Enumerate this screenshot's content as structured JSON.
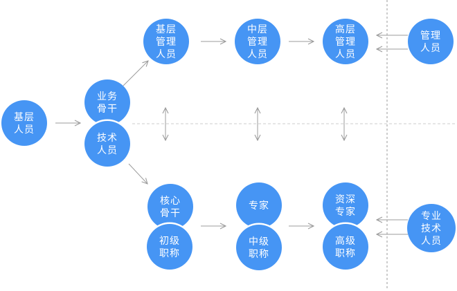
{
  "nodes": {
    "grassroots_staff": "基层\n人员",
    "business_backbone": "业务\n骨干",
    "technical_staff": "技术\n人员",
    "junior_manager": "基层\n管理\n人员",
    "middle_manager": "中层\n管理\n人员",
    "senior_manager": "高层\n管理\n人员",
    "managers": "管理\n人员",
    "core_backbone": "核心\n骨干",
    "junior_title": "初级\n职称",
    "expert": "专家",
    "intermediate_title": "中级\n职称",
    "senior_expert": "资深\n专家",
    "senior_title": "高级\n职称",
    "professional_technical_staff": "专业\n技术\n人员"
  },
  "colors": {
    "node_fill": "#4695f4",
    "node_text": "#ffffff",
    "arrow": "#9b9b9b",
    "dashed_line": "#cccccc",
    "background": "#ffffff"
  }
}
